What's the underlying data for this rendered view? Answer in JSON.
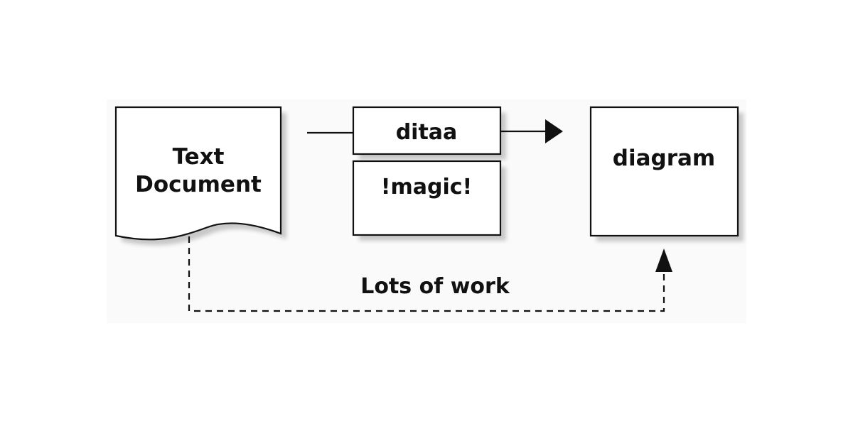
{
  "diagram": {
    "nodes": {
      "text_document": {
        "line1": "Text",
        "line2": "Document",
        "shape": "document"
      },
      "ditaa": {
        "label": "ditaa",
        "shape": "box"
      },
      "magic": {
        "label": "!magic!",
        "shape": "box"
      },
      "diagram": {
        "label": "diagram",
        "shape": "box"
      }
    },
    "edges": {
      "lots_of_work": {
        "label": "Lots of work",
        "style": "dashed",
        "from": "text_document",
        "to": "diagram"
      },
      "through_ditaa": {
        "style": "solid",
        "from": "text_document",
        "to": "diagram",
        "via": "ditaa"
      }
    }
  },
  "colors": {
    "background": "#ffffff",
    "panel": "#fafafa",
    "stroke": "#111111",
    "shadow": "#cfcfcf",
    "text": "#111111"
  }
}
